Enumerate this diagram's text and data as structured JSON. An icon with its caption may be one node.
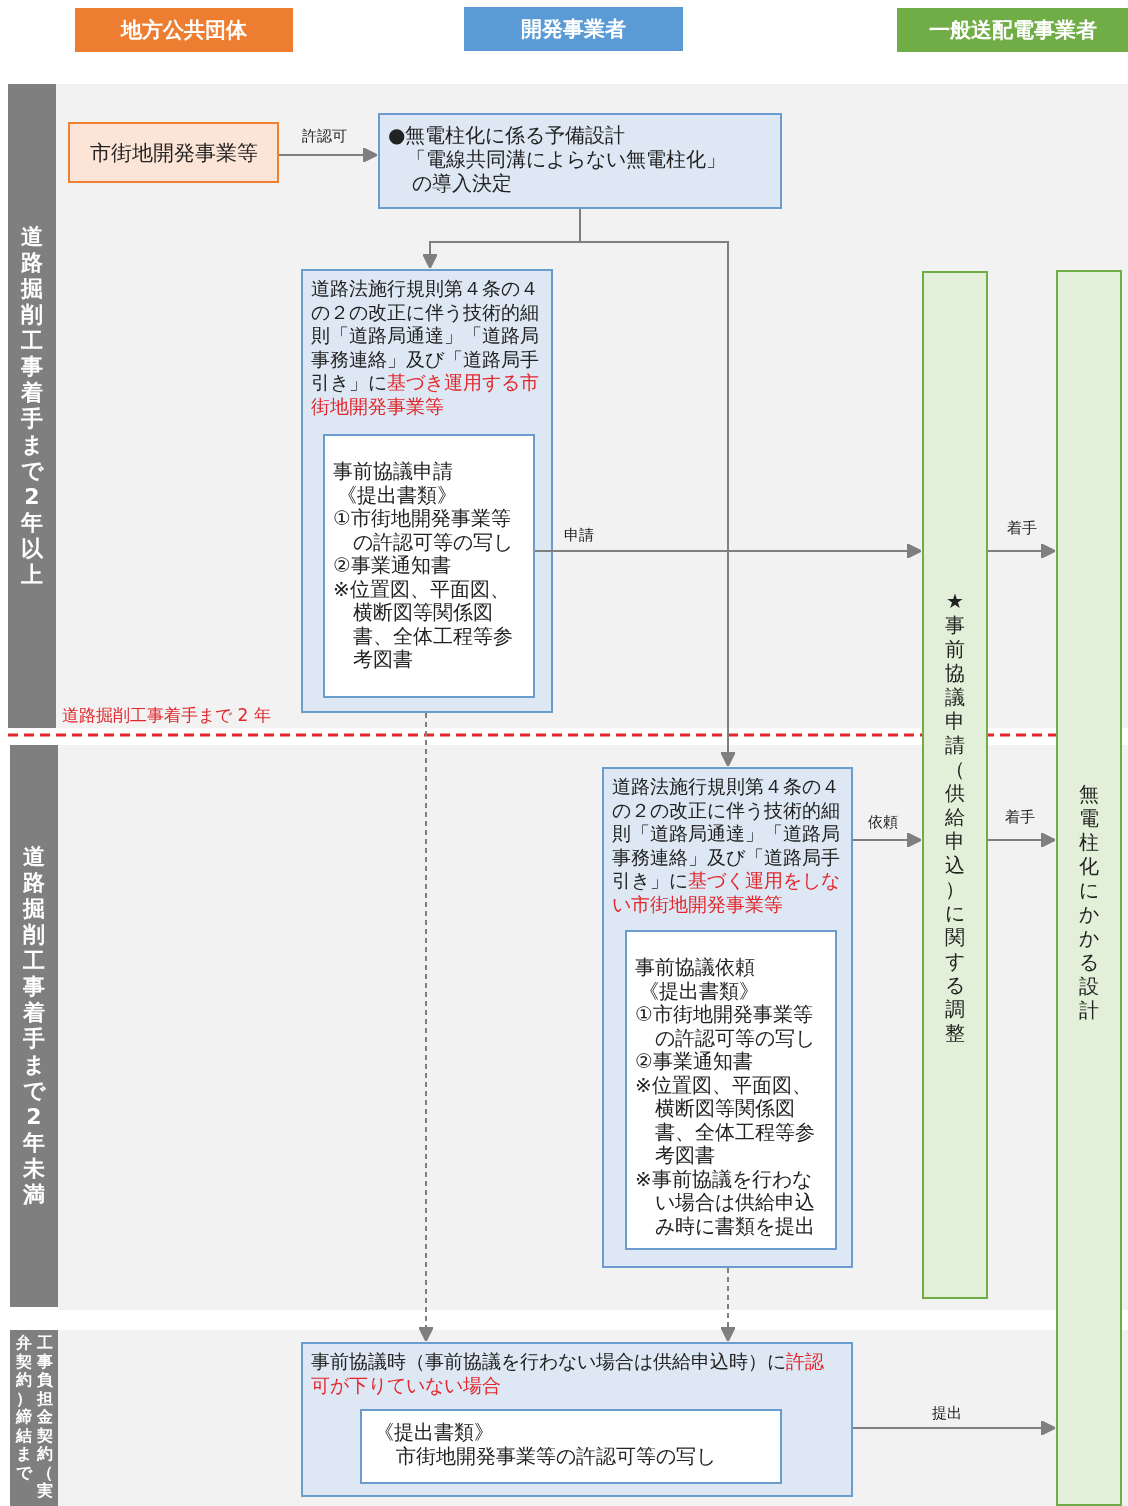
{
  "diagram": {
    "nodes": [
      {
        "text": [
          "地方公共団体"
        ]
      },
      {
        "text": [
          "開発事業者"
        ]
      },
      {
        "text": [
          "一般送配電事業者"
        ]
      },
      {
        "text": [
          "道路掘削工事着手まで2年以上"
        ]
      },
      {
        "text": [
          "道路掘削工事着手まで2年未満"
        ]
      },
      {
        "text": [
          "工事負担金契約（実弁契約）締結まで"
        ]
      },
      {
        "text": [
          "市街地開発事業等"
        ]
      },
      {
        "text": [
          "●無電柱化に係る予備設計",
          "「電線共同溝によらない無電柱化」の導入決定"
        ]
      },
      {
        "text": [
          "道路法施行規則第４条の４の２の改正に伴う技術的細則「道路局通達」「道路局事務連絡」及び「道路局手引き」に",
          "基づき運用する市街地開発事業等"
        ]
      },
      {
        "text": [
          "事前協議申請",
          "《提出書類》",
          "①市街地開発事業等の許認可等の写し",
          "②事業通知書",
          "※位置図、平面図、横断図等関係図書、全体工程等参考図書"
        ],
        "in": 8
      },
      {
        "text": [
          "道路法施行規則第４条の４の２の改正に伴う技術的細則「道路局通達」「道路局事務連絡」及び「道路局手引き」に",
          "基づく運用をしない市街地開発事業等"
        ]
      },
      {
        "text": [
          "事前協議依頼",
          "《提出書類》",
          "①市街地開発事業等の許認可等の写し",
          "②事業通知書",
          "※位置図、平面図、横断図等関係図書、全体工程等参考図書",
          "※事前協議を行わない場合は供給申込み時に書類を提出"
        ],
        "in": 10
      },
      {
        "text": [
          "事前協議時（事前協議を行わない場合は供給申込時）に",
          "許認可が下りていない場合"
        ]
      },
      {
        "text": [
          "《提出書類》",
          "市街地開発事業等の許認可等の写し"
        ],
        "in": 12
      },
      {
        "text": [
          "★事前協議申請（供給申込）に関する調整"
        ]
      },
      {
        "text": [
          "無電柱化にかかる設計"
        ]
      }
    ],
    "edges": [
      {
        "from": 6,
        "to": 7,
        "arrow": "to",
        "label": "許認可"
      },
      {
        "from": 7,
        "to": 8,
        "arrow": "to"
      },
      {
        "from": 7,
        "to": 10,
        "arrow": "to"
      },
      {
        "from": 9,
        "to": 14,
        "arrow": "to",
        "label": "申請"
      },
      {
        "from": 14,
        "to": 15,
        "arrow": "to",
        "label": "着手"
      },
      {
        "from": 8,
        "to": 12,
        "arrow": "to",
        "style": "dashed"
      },
      {
        "from": 10,
        "to": 12,
        "arrow": "to",
        "style": "dashed"
      },
      {
        "from": 10,
        "to": 14,
        "arrow": "to",
        "label": "依頼"
      },
      {
        "from": 14,
        "to": 15,
        "arrow": "to",
        "label": "着手"
      },
      {
        "from": 12,
        "to": 15,
        "arrow": "to",
        "label": "提出"
      }
    ],
    "labels": [
      "道路掘削工事着手まで 2 年"
    ]
  }
}
